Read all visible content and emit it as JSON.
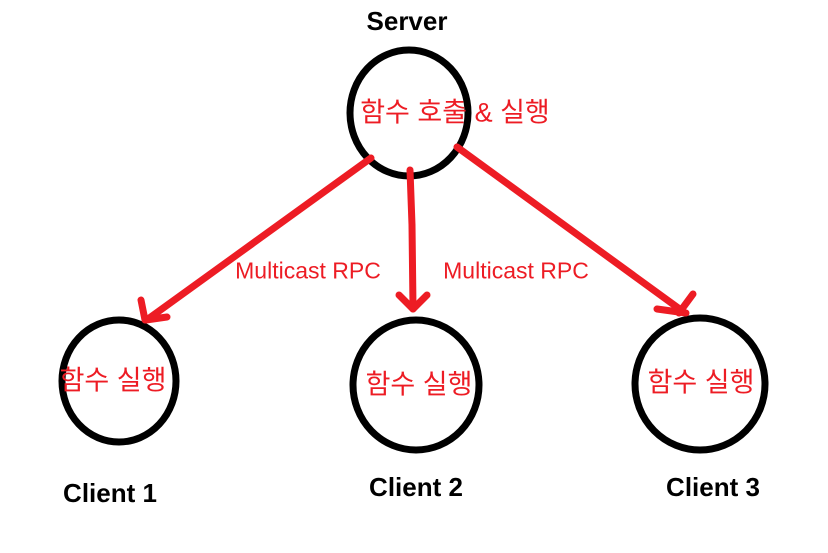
{
  "colors": {
    "red": "#ed1c24",
    "black": "#000000",
    "bg": "#ffffff"
  },
  "server": {
    "title": "Server",
    "inner_text": "함수 호출 & 실행"
  },
  "arrow_labels": {
    "left": "Multicast RPC",
    "right": "Multicast RPC"
  },
  "clients": [
    {
      "inner_text": "함수 실행",
      "label": "Client 1"
    },
    {
      "inner_text": "함수 실행",
      "label": "Client 2"
    },
    {
      "inner_text": "함수 실행",
      "label": "Client 3"
    }
  ]
}
